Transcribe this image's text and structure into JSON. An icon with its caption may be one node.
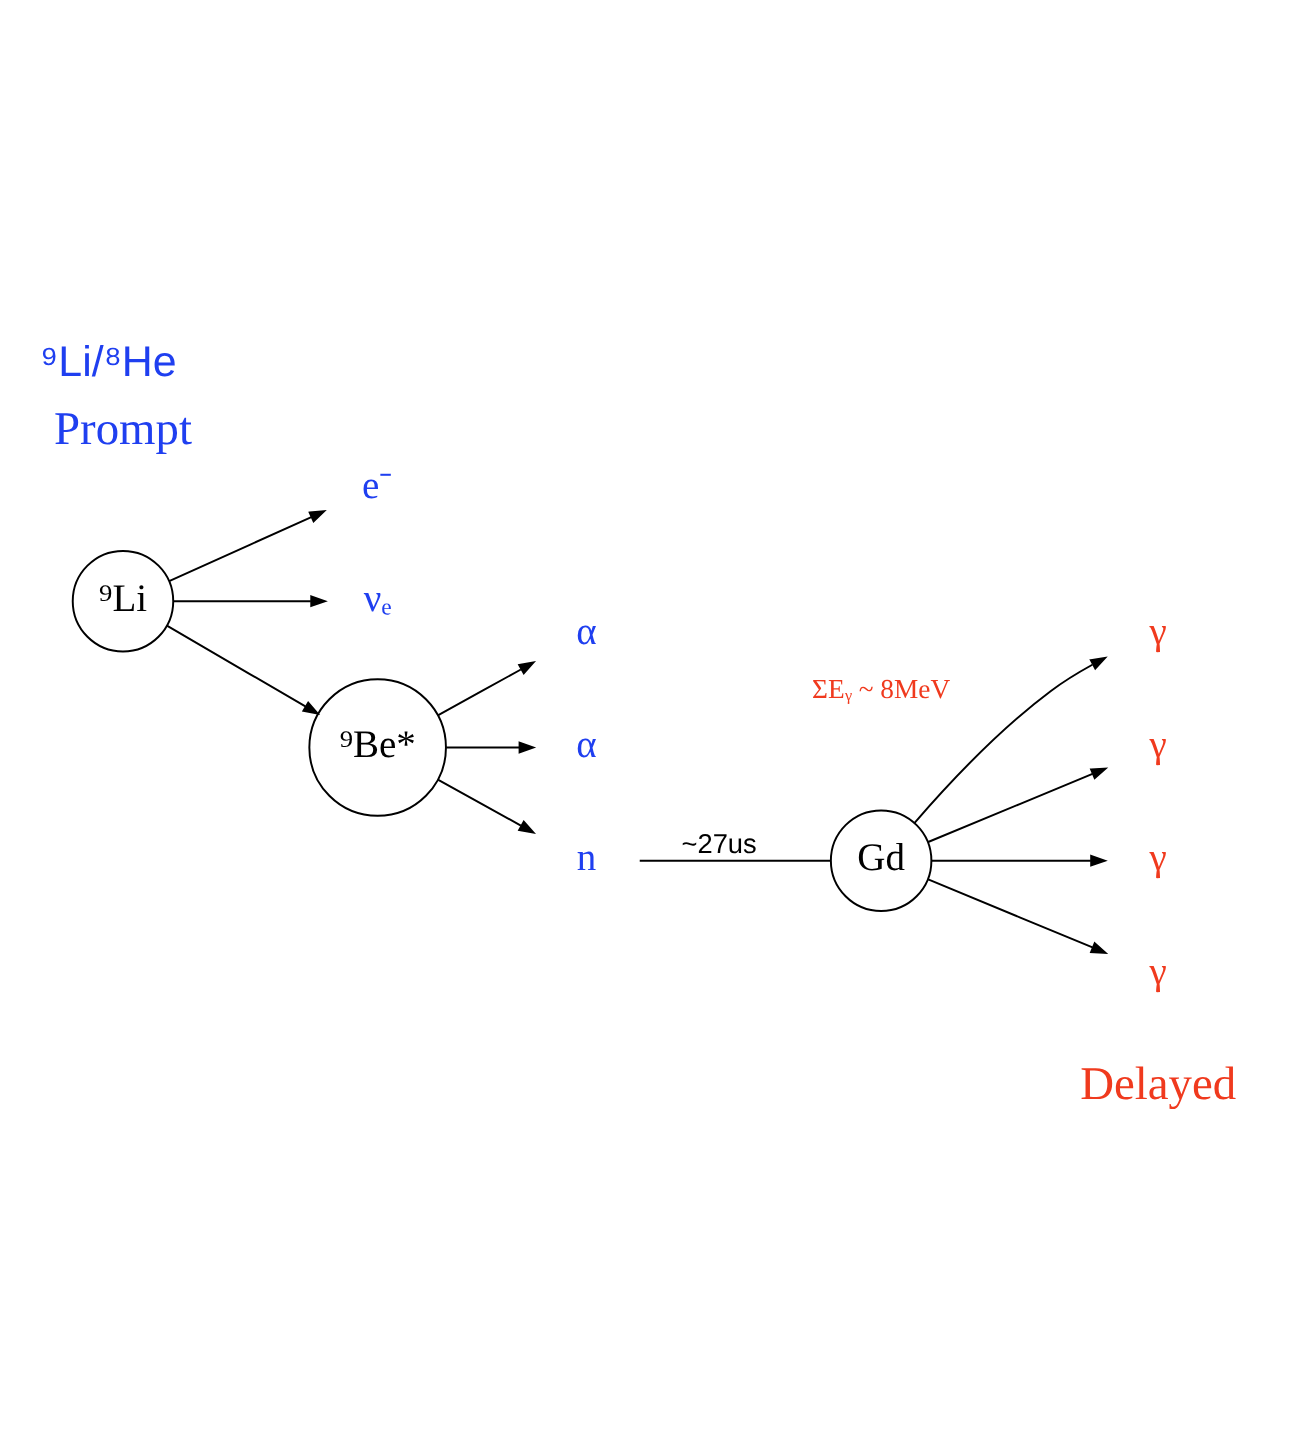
{
  "diagram": {
    "title": "⁹Li/⁸He",
    "nodes": [
      {
        "text": [
          "⁹Li"
        ]
      },
      {
        "text": [
          "e⁻"
        ]
      },
      {
        "text": [
          "νₑ"
        ]
      },
      {
        "text": [
          "⁹Be*"
        ]
      },
      {
        "text": [
          "α"
        ]
      },
      {
        "text": [
          "α"
        ]
      },
      {
        "text": [
          "n"
        ]
      },
      {
        "text": [
          "Gd"
        ]
      },
      {
        "text": [
          "γ"
        ]
      },
      {
        "text": [
          "γ"
        ]
      },
      {
        "text": [
          "γ"
        ]
      },
      {
        "text": [
          "γ"
        ]
      }
    ],
    "edges": [
      {
        "from": 0,
        "to": 1,
        "arrow": "to"
      },
      {
        "from": 0,
        "to": 3,
        "arrow": "to"
      },
      {
        "from": 0,
        "to": 2,
        "arrow": "to"
      },
      {
        "from": 3,
        "to": 4,
        "arrow": "to"
      },
      {
        "from": 3,
        "to": 5,
        "arrow": "to"
      },
      {
        "from": 3,
        "to": 6,
        "arrow": "to"
      },
      {
        "from": 6,
        "to": 7,
        "arrow": "none",
        "label": "~27us"
      },
      {
        "from": 7,
        "to": 8,
        "arrow": "to"
      },
      {
        "from": 7,
        "to": 9,
        "arrow": "to"
      },
      {
        "from": 7,
        "to": 10,
        "arrow": "to"
      },
      {
        "from": 7,
        "to": 11,
        "arrow": "to"
      }
    ],
    "labels": [
      "Prompt",
      "Delayed",
      "ΣEᵧ ~ 8MeV"
    ]
  }
}
